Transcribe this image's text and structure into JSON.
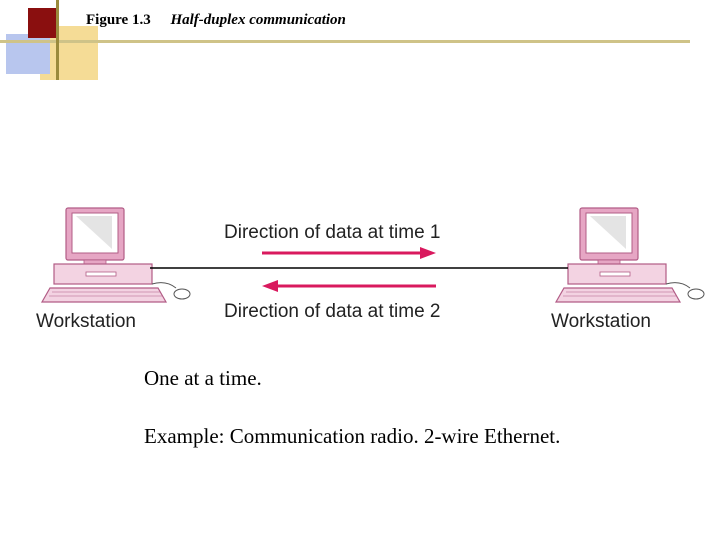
{
  "figure": {
    "number": "Figure 1.3",
    "caption": "Half-duplex communication"
  },
  "diagram": {
    "left_label": "Workstation",
    "right_label": "Workstation",
    "arrow_top_label": "Direction of data at time 1",
    "arrow_bottom_label": "Direction of data at time 2",
    "arrow_color": "#d9195e",
    "computer_color": "#e6a6c4"
  },
  "body": {
    "line1": "One at a time.",
    "line2": "Example: Communication radio. 2-wire Ethernet."
  }
}
